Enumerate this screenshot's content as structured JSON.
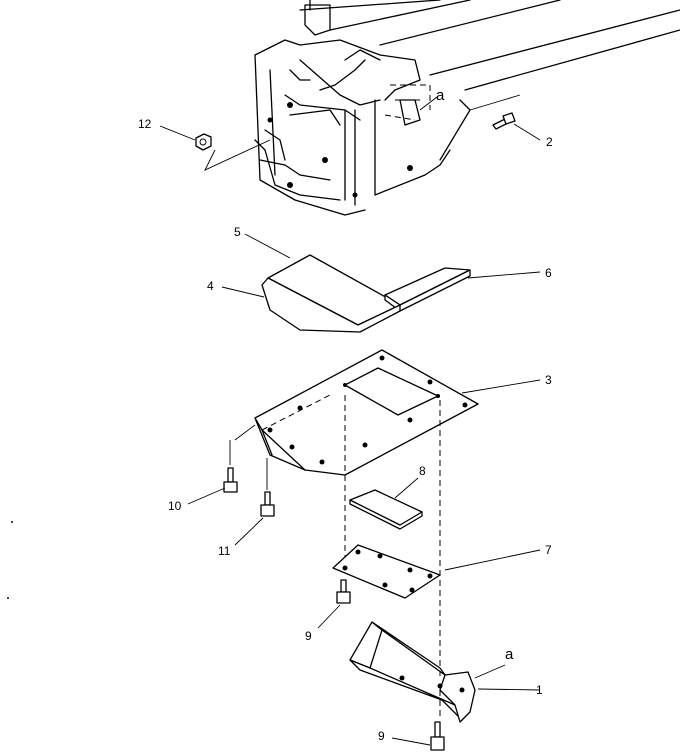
{
  "callouts": {
    "c1": "1",
    "c2": "2",
    "c3": "3",
    "c4": "4",
    "c5": "5",
    "c6": "6",
    "c7": "7",
    "c8": "8",
    "c9_upper": "9",
    "c9_lower": "9",
    "c10": "10",
    "c11": "11",
    "c12": "12",
    "a_top": "a",
    "a_bottom": "a"
  }
}
